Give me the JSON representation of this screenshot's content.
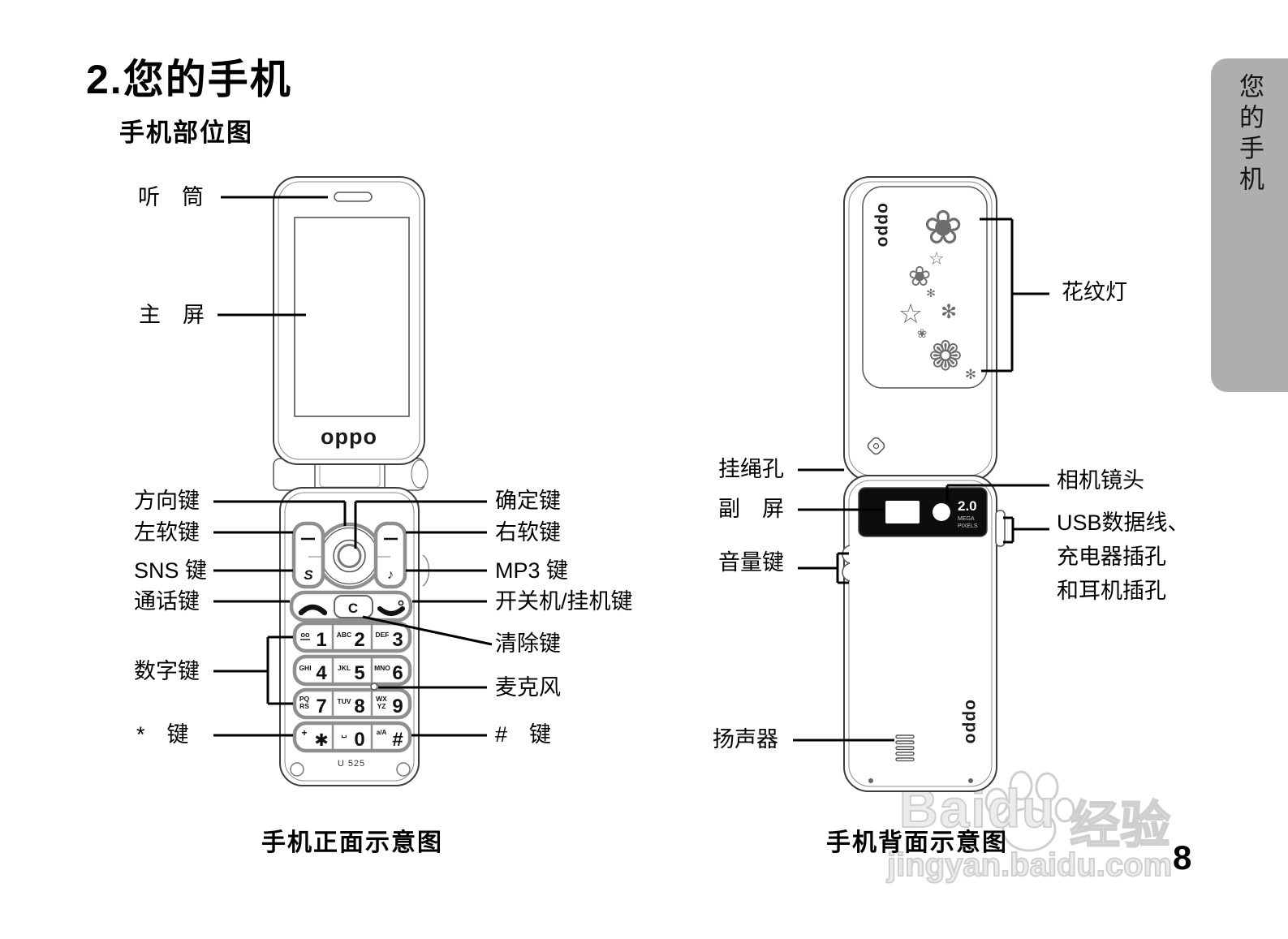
{
  "page": {
    "title": "2.您的手机",
    "subtitle": "手机部位图",
    "page_number": "8",
    "sidebar_tab": "您的手机"
  },
  "brand": "oppo",
  "front": {
    "caption": "手机正面示意图",
    "model": "U 525",
    "labels_left": [
      "听　筒",
      "主　屏",
      "方向键",
      "左软键",
      "SNS 键",
      "通话键",
      "数字键",
      "*　键"
    ],
    "labels_right": [
      "确定键",
      "右软键",
      "MP3 键",
      "开关机/挂机键",
      "清除键",
      "麦克风",
      "#　键"
    ]
  },
  "keypad": {
    "sns_glyph": "S",
    "mp3_glyph": "♪",
    "clear_glyph": "C",
    "rows": [
      {
        "keys": [
          {
            "sub1": "oo",
            "main": "1"
          },
          {
            "sub1": "ABC",
            "main": "2"
          },
          {
            "sub1": "DEF",
            "main": "3"
          }
        ]
      },
      {
        "keys": [
          {
            "sub1": "GHI",
            "main": "4"
          },
          {
            "sub1": "JKL",
            "main": "5"
          },
          {
            "sub1": "MNO",
            "main": "6"
          }
        ]
      },
      {
        "keys": [
          {
            "sub1": "PQ",
            "sub2": "RS",
            "main": "7"
          },
          {
            "sub1": "TUV",
            "main": "8"
          },
          {
            "sub1": "WX",
            "sub2": "YZ",
            "main": "9"
          }
        ]
      },
      {
        "keys": [
          {
            "sub1": "+",
            "main": "✱"
          },
          {
            "sub1": "␣",
            "main": "0"
          },
          {
            "sub1": "a/A",
            "main": "#"
          }
        ]
      }
    ]
  },
  "back": {
    "caption": "手机背面示意图",
    "labels_left": [
      "挂绳孔",
      "副　屏",
      "音量键",
      "扬声器"
    ],
    "label_pattern_light": "花纹灯",
    "label_camera_lens": "相机镜头",
    "usb_label_lines": [
      "USB数据线、",
      "充电器插孔",
      "和耳机插孔"
    ],
    "camera": {
      "value": "2.0",
      "mega": "MEGA",
      "pixels": "PIXELS"
    },
    "flowers": [
      "❀",
      "☆",
      "❀",
      "✻",
      "☆",
      "✻",
      "❀",
      "❁",
      "✻"
    ]
  },
  "watermark": {
    "logo_latin": "Baidu",
    "logo_cn": "经验",
    "url": "jingyan.baidu.com"
  }
}
